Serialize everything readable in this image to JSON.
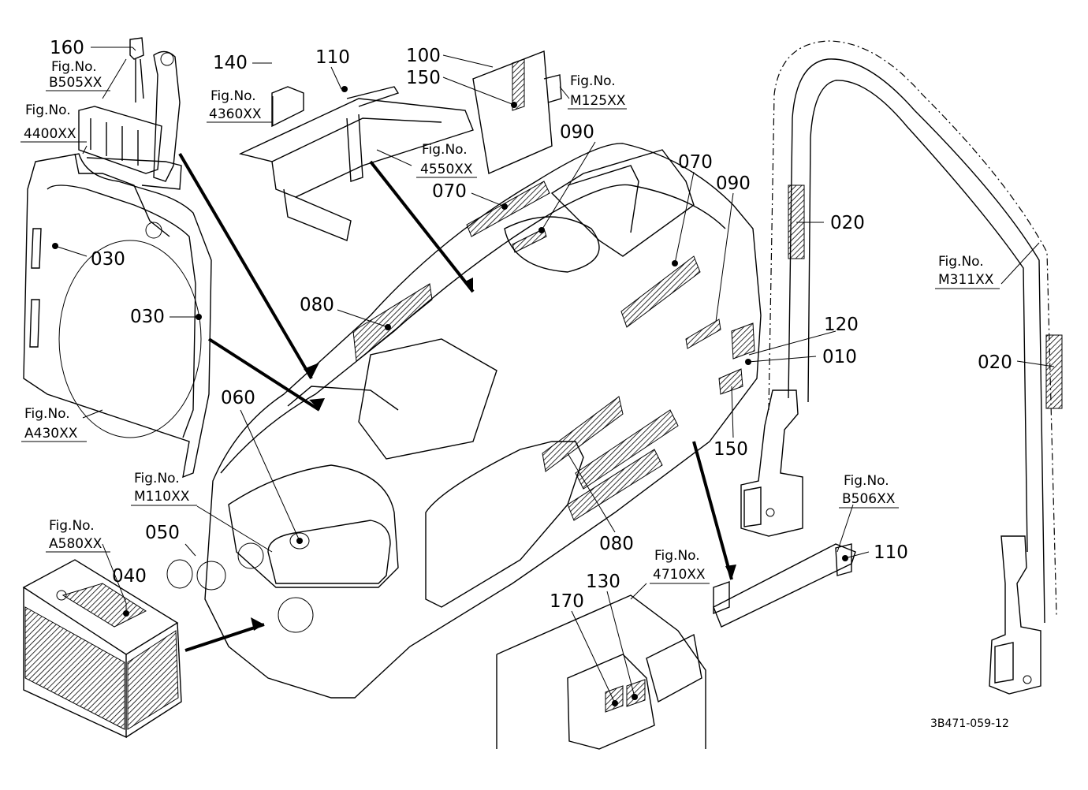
{
  "drawing_id": "3B471-059-12",
  "part_callouts": [
    {
      "id": "c160",
      "number": "160"
    },
    {
      "id": "c140",
      "number": "140"
    },
    {
      "id": "c110a",
      "number": "110"
    },
    {
      "id": "c100",
      "number": "100"
    },
    {
      "id": "c150a",
      "number": "150"
    },
    {
      "id": "c090a",
      "number": "090"
    },
    {
      "id": "c070a",
      "number": "070"
    },
    {
      "id": "c070b",
      "number": "070"
    },
    {
      "id": "c090b",
      "number": "090"
    },
    {
      "id": "c020a",
      "number": "020"
    },
    {
      "id": "c030a",
      "number": "030"
    },
    {
      "id": "c030b",
      "number": "030"
    },
    {
      "id": "c080a",
      "number": "080"
    },
    {
      "id": "c120",
      "number": "120"
    },
    {
      "id": "c010",
      "number": "010"
    },
    {
      "id": "c020b",
      "number": "020"
    },
    {
      "id": "c060",
      "number": "060"
    },
    {
      "id": "c150b",
      "number": "150"
    },
    {
      "id": "c050",
      "number": "050"
    },
    {
      "id": "c040",
      "number": "040"
    },
    {
      "id": "c080b",
      "number": "080"
    },
    {
      "id": "c110b",
      "number": "110"
    },
    {
      "id": "c170",
      "number": "170"
    },
    {
      "id": "c130",
      "number": "130"
    }
  ],
  "figure_refs": [
    {
      "id": "fB505",
      "label": "Fig.No.",
      "code": "B505XX"
    },
    {
      "id": "f4400",
      "label": "Fig.No.",
      "code": "4400XX"
    },
    {
      "id": "f4360",
      "label": "Fig.No.",
      "code": "4360XX"
    },
    {
      "id": "fM125",
      "label": "Fig.No.",
      "code": "M125XX"
    },
    {
      "id": "f4550",
      "label": "Fig.No.",
      "code": "4550XX"
    },
    {
      "id": "fM311",
      "label": "Fig.No.",
      "code": "M311XX"
    },
    {
      "id": "fA430",
      "label": "Fig.No.",
      "code": "A430XX"
    },
    {
      "id": "fM110",
      "label": "Fig.No.",
      "code": "M110XX"
    },
    {
      "id": "fA580",
      "label": "Fig.No.",
      "code": "A580XX"
    },
    {
      "id": "fB506",
      "label": "Fig.No.",
      "code": "B506XX"
    },
    {
      "id": "f4710",
      "label": "Fig.No.",
      "code": "4710XX"
    }
  ]
}
